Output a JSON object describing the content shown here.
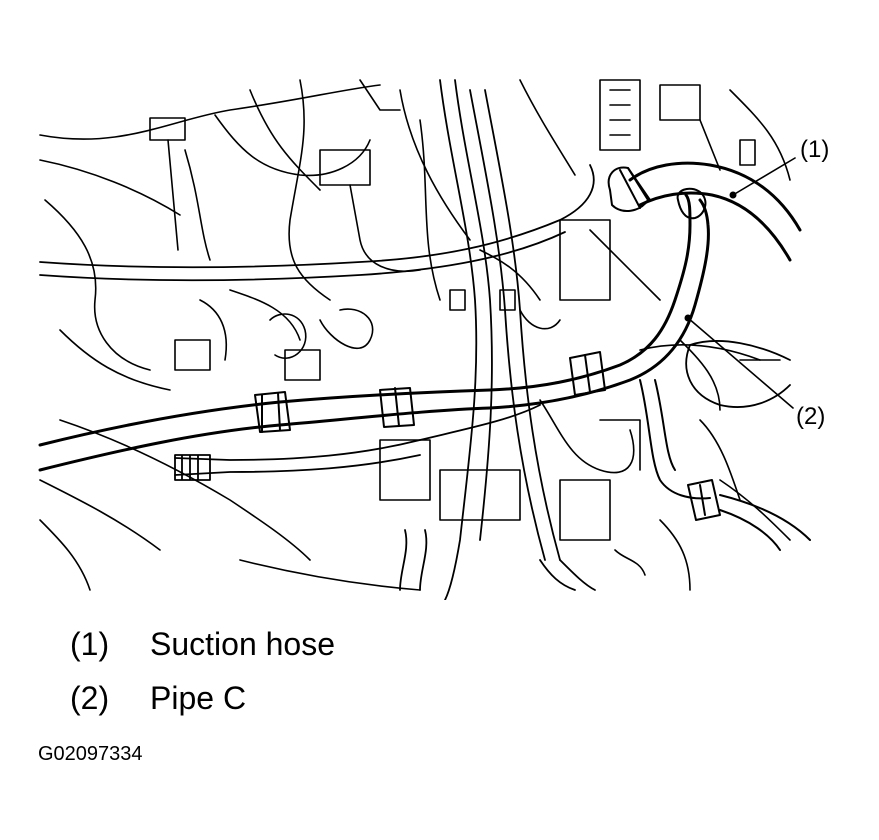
{
  "callouts": {
    "one": "(1)",
    "two": "(2)"
  },
  "legend": [
    {
      "number": "(1)",
      "label": "Suction hose"
    },
    {
      "number": "(2)",
      "label": "Pipe C"
    }
  ],
  "figure_id": "G02097334"
}
